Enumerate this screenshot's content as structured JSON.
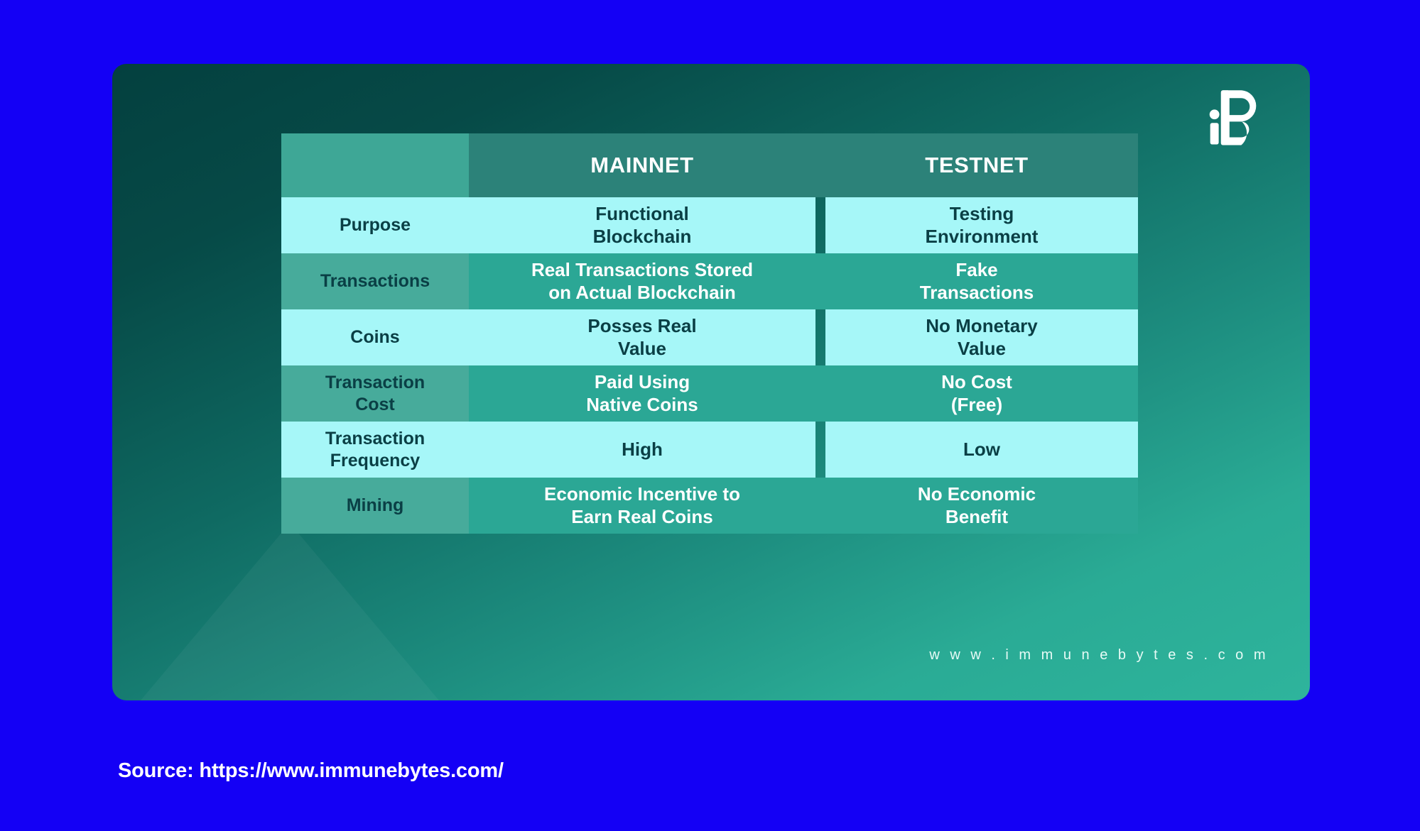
{
  "brand": {
    "logo_icon": "immunebytes-ib-monogram-icon",
    "website": "w w w . i m m u n e b y t e s . c o m"
  },
  "colors": {
    "page_background": "#1400f5",
    "card_gradient_start": "#04403f",
    "card_gradient_end": "#2eb49c",
    "header_label_tint": "#3ea796",
    "header_cell": "#2c8279",
    "row_light": "#a6f7f8",
    "row_dark_label": "#47ab9b",
    "row_dark_cell": "#2ba795",
    "dark_text": "#0a3f45",
    "light_text": "#ffffff"
  },
  "table": {
    "corner_label": "",
    "columns": [
      "MAINNET",
      "TESTNET"
    ],
    "rows": [
      {
        "label": "Purpose",
        "style": "light",
        "mainnet": "Functional\nBlockchain",
        "testnet": "Testing\nEnvironment"
      },
      {
        "label": "Transactions",
        "style": "dark",
        "mainnet": "Real Transactions Stored\non Actual Blockchain",
        "testnet": "Fake\nTransactions"
      },
      {
        "label": "Coins",
        "style": "light",
        "mainnet": "Posses Real\nValue",
        "testnet": "No Monetary\nValue"
      },
      {
        "label": "Transaction\nCost",
        "style": "dark",
        "mainnet": "Paid Using\nNative Coins",
        "testnet": "No Cost\n(Free)"
      },
      {
        "label": "Transaction\nFrequency",
        "style": "light",
        "mainnet": "High",
        "testnet": "Low"
      },
      {
        "label": "Mining",
        "style": "dark",
        "mainnet": "Economic Incentive to\nEarn Real Coins",
        "testnet": "No Economic\nBenefit"
      }
    ]
  },
  "caption": {
    "source": "Source: https://www.immunebytes.com/"
  }
}
